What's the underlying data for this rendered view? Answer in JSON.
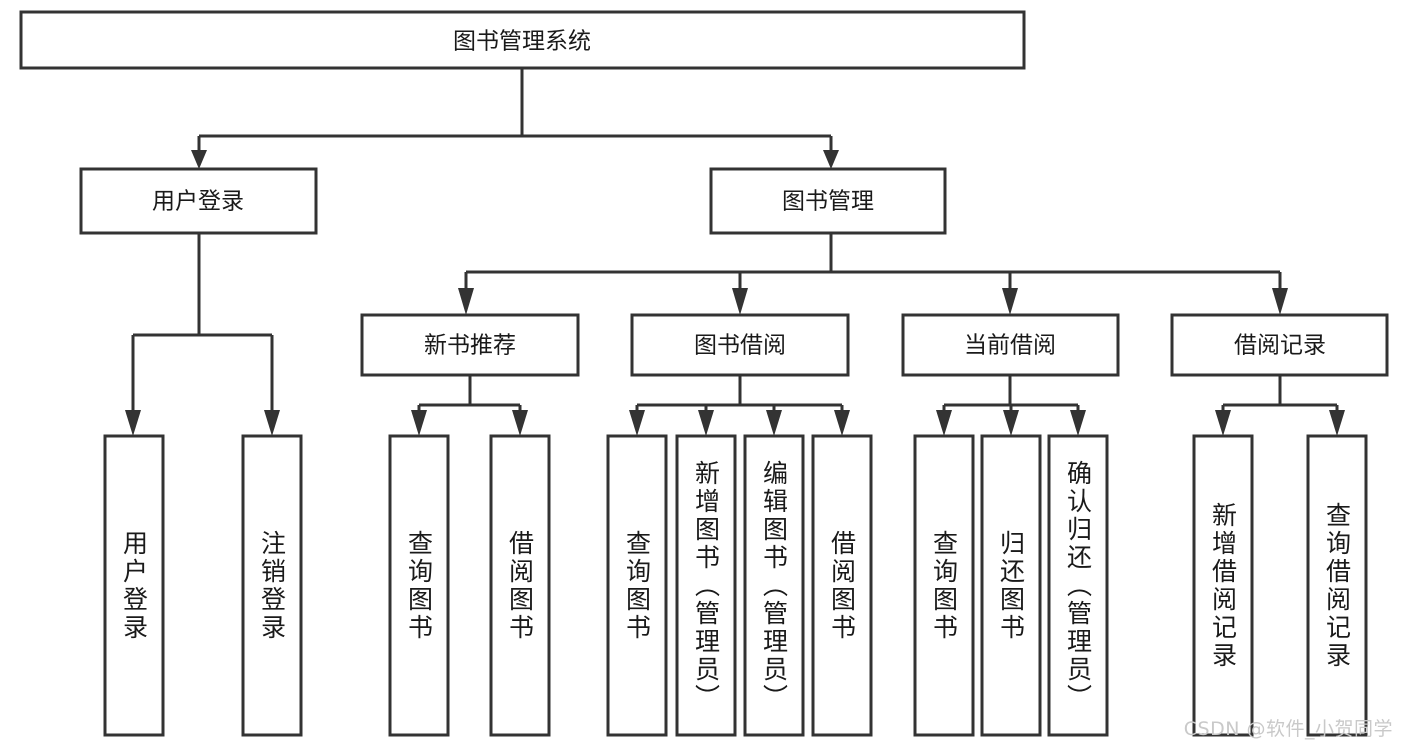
{
  "diagram": {
    "type": "tree-hierarchy",
    "title": "图书管理系统",
    "orientation": "top-down",
    "watermark": "CSDN @软件_小贺同学",
    "colors": {
      "node_stroke": "#333333",
      "node_fill": "#ffffff",
      "text": "#1a1a1a",
      "connector": "#333333",
      "background": "#ffffff",
      "watermark": "#c9c9c9"
    },
    "levels": {
      "root": {
        "label": "图书管理系统"
      },
      "level2": [
        {
          "label": "用户登录"
        },
        {
          "label": "图书管理"
        }
      ],
      "level3": [
        {
          "label": "新书推荐"
        },
        {
          "label": "图书借阅"
        },
        {
          "label": "当前借阅"
        },
        {
          "label": "借阅记录"
        }
      ]
    },
    "nodes": {
      "root": {
        "id": "root",
        "label": "图书管理系统",
        "shape": "rect",
        "orientation": "horizontal"
      },
      "user_login": {
        "id": "user-login",
        "label": "用户登录",
        "shape": "rect",
        "orientation": "horizontal"
      },
      "book_mgmt": {
        "id": "book-management",
        "label": "图书管理",
        "shape": "rect",
        "orientation": "horizontal"
      },
      "new_book_rec": {
        "id": "new-book-recommendation",
        "label": "新书推荐",
        "shape": "rect",
        "orientation": "horizontal"
      },
      "book_borrow": {
        "id": "book-borrow",
        "label": "图书借阅",
        "shape": "rect",
        "orientation": "horizontal"
      },
      "current_borrow": {
        "id": "current-borrow",
        "label": "当前借阅",
        "shape": "rect",
        "orientation": "horizontal"
      },
      "borrow_record": {
        "id": "borrow-record",
        "label": "借阅记录",
        "shape": "rect",
        "orientation": "horizontal"
      },
      "leaf_user_login": {
        "id": "leaf-user-login",
        "label": "用户登录",
        "shape": "rect",
        "orientation": "vertical"
      },
      "leaf_logout": {
        "id": "leaf-logout",
        "label": "注销登录",
        "shape": "rect",
        "orientation": "vertical"
      },
      "leaf_query_book_1": {
        "id": "leaf-query-book-1",
        "label": "查询图书",
        "shape": "rect",
        "orientation": "vertical"
      },
      "leaf_borrow_book_1": {
        "id": "leaf-borrow-book-1",
        "label": "借阅图书",
        "shape": "rect",
        "orientation": "vertical"
      },
      "leaf_query_book_2": {
        "id": "leaf-query-book-2",
        "label": "查询图书",
        "shape": "rect",
        "orientation": "vertical"
      },
      "leaf_add_book": {
        "id": "leaf-add-book",
        "label": "新增图书（管理员）",
        "shape": "rect",
        "orientation": "vertical"
      },
      "leaf_edit_book": {
        "id": "leaf-edit-book",
        "label": "编辑图书（管理员）",
        "shape": "rect",
        "orientation": "vertical"
      },
      "leaf_borrow_book_2": {
        "id": "leaf-borrow-book-2",
        "label": "借阅图书",
        "shape": "rect",
        "orientation": "vertical"
      },
      "leaf_query_book_3": {
        "id": "leaf-query-book-3",
        "label": "查询图书",
        "shape": "rect",
        "orientation": "vertical"
      },
      "leaf_return_book": {
        "id": "leaf-return-book",
        "label": "归还图书",
        "shape": "rect",
        "orientation": "vertical"
      },
      "leaf_confirm_return": {
        "id": "leaf-confirm-return",
        "label": "确认归还（管理员）",
        "shape": "rect",
        "orientation": "vertical"
      },
      "leaf_add_record": {
        "id": "leaf-add-borrow-record",
        "label": "新增借阅记录",
        "shape": "rect",
        "orientation": "vertical"
      },
      "leaf_query_record": {
        "id": "leaf-query-borrow-record",
        "label": "查询借阅记录",
        "shape": "rect",
        "orientation": "vertical"
      }
    },
    "edges": [
      {
        "from": "图书管理系统",
        "to": "用户登录"
      },
      {
        "from": "图书管理系统",
        "to": "图书管理"
      },
      {
        "from": "用户登录",
        "to": "用户登录"
      },
      {
        "from": "用户登录",
        "to": "注销登录"
      },
      {
        "from": "图书管理",
        "to": "新书推荐"
      },
      {
        "from": "图书管理",
        "to": "图书借阅"
      },
      {
        "from": "图书管理",
        "to": "当前借阅"
      },
      {
        "from": "图书管理",
        "to": "借阅记录"
      },
      {
        "from": "新书推荐",
        "to": "查询图书"
      },
      {
        "from": "新书推荐",
        "to": "借阅图书"
      },
      {
        "from": "图书借阅",
        "to": "查询图书"
      },
      {
        "from": "图书借阅",
        "to": "新增图书（管理员）"
      },
      {
        "from": "图书借阅",
        "to": "编辑图书（管理员）"
      },
      {
        "from": "图书借阅",
        "to": "借阅图书"
      },
      {
        "from": "当前借阅",
        "to": "查询图书"
      },
      {
        "from": "当前借阅",
        "to": "归还图书"
      },
      {
        "from": "当前借阅",
        "to": "确认归还（管理员）"
      },
      {
        "from": "借阅记录",
        "to": "新增借阅记录"
      },
      {
        "from": "借阅记录",
        "to": "查询借阅记录"
      }
    ]
  }
}
